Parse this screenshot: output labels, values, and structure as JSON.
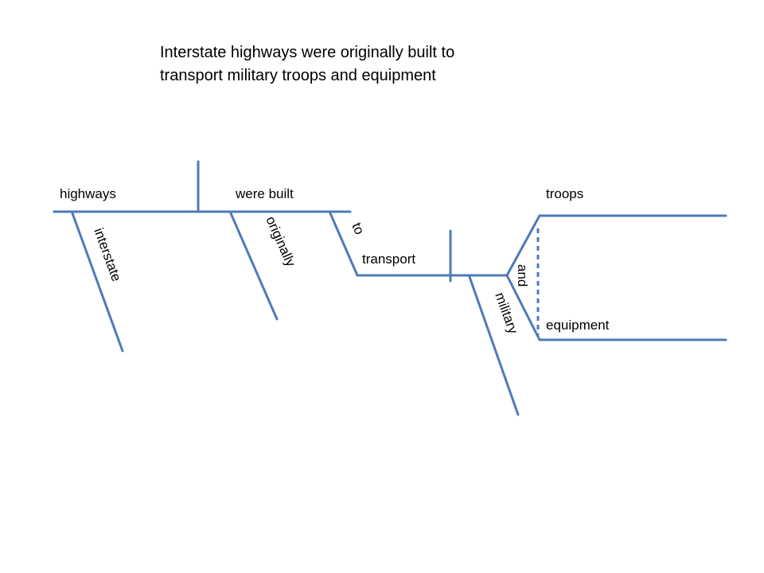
{
  "sentence": {
    "line1": "Interstate highways were originally built to",
    "line2": "transport military troops and equipment"
  },
  "words": {
    "subject": "highways",
    "verb": "were built",
    "modifier_interstate": "interstate",
    "modifier_originally": "originally",
    "preposition_to": "to",
    "infinitive": "transport",
    "modifier_military": "military",
    "conjunction": "and",
    "object_1": "troops",
    "object_2": "equipment"
  },
  "colors": {
    "line": "#4f7ab8",
    "text": "#000000",
    "background": "#ffffff"
  }
}
